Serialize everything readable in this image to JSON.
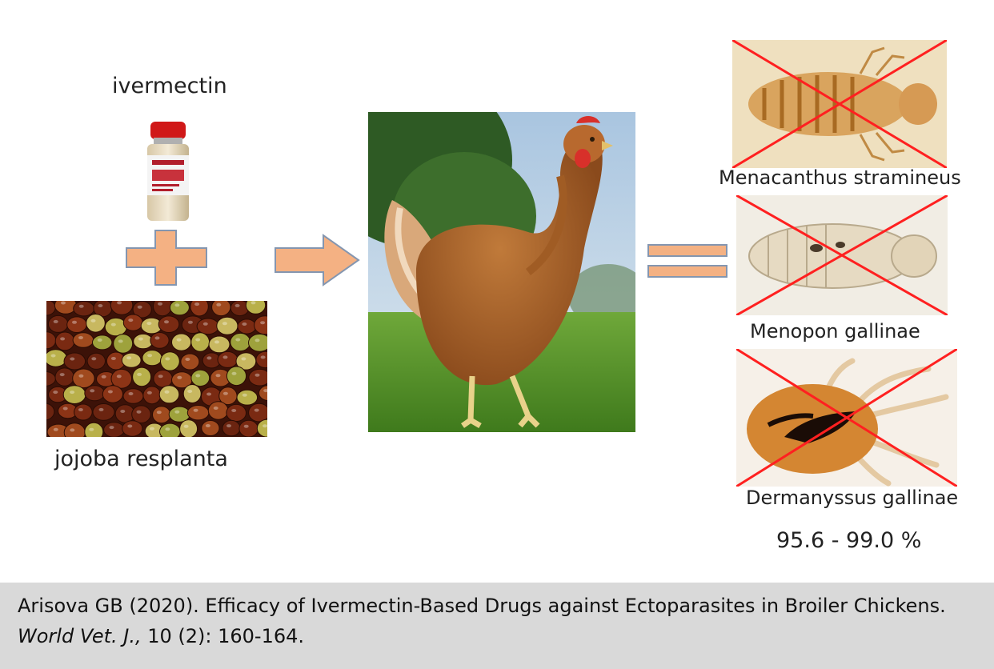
{
  "inputs": {
    "drug_label": "ivermectin",
    "plant_label": "jojoba resplanta"
  },
  "parasites": [
    {
      "name": "Menacanthus stramineus",
      "eliminated": true
    },
    {
      "name": "Menopon gallinae",
      "eliminated": true
    },
    {
      "name": "Dermanyssus gallinae",
      "eliminated": true
    }
  ],
  "efficacy": "95.6 - 99.0 %",
  "citation": {
    "authors_year": "Arisova GB (2020). Efficacy of Ivermectin-Based Drugs against Ectoparasites in Broiler Chickens. ",
    "journal": "World Vet. J.,",
    "volume_pages": " 10 (2): 160-164."
  },
  "colors": {
    "arrow_fill": "#f4b183",
    "arrow_stroke": "#8496b0",
    "cross": "#ff2020",
    "citation_bg": "#d9d9d9"
  },
  "icons": [
    "plus-icon",
    "arrow-right-icon",
    "equals-icon"
  ]
}
